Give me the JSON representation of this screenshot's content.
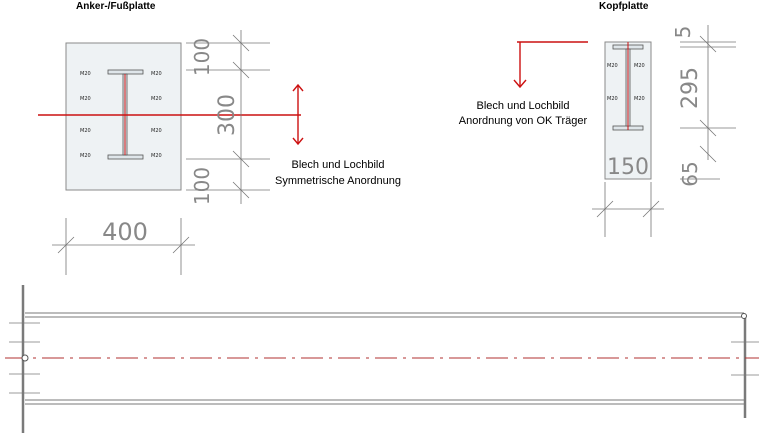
{
  "base_plate": {
    "title": "Anker-/Fußplatte",
    "width_dim": "400",
    "height_dims": [
      "100",
      "300",
      "100"
    ],
    "note_lines": [
      "Blech und Lochbild",
      "Symmetrische Anordnung"
    ],
    "bolt_label": "M20"
  },
  "head_plate": {
    "title": "Kopfplatte",
    "width_dim": "150",
    "height_dims": [
      "5",
      "295",
      "65"
    ],
    "note_lines": [
      "Blech und Lochbild",
      "Anordnung von OK Träger"
    ],
    "bolt_label": "M20"
  },
  "colors": {
    "line": "#7a7a7a",
    "plate_fill": "#eef2f4",
    "accent_red": "#cc1111",
    "axis_red": "#b03030"
  }
}
